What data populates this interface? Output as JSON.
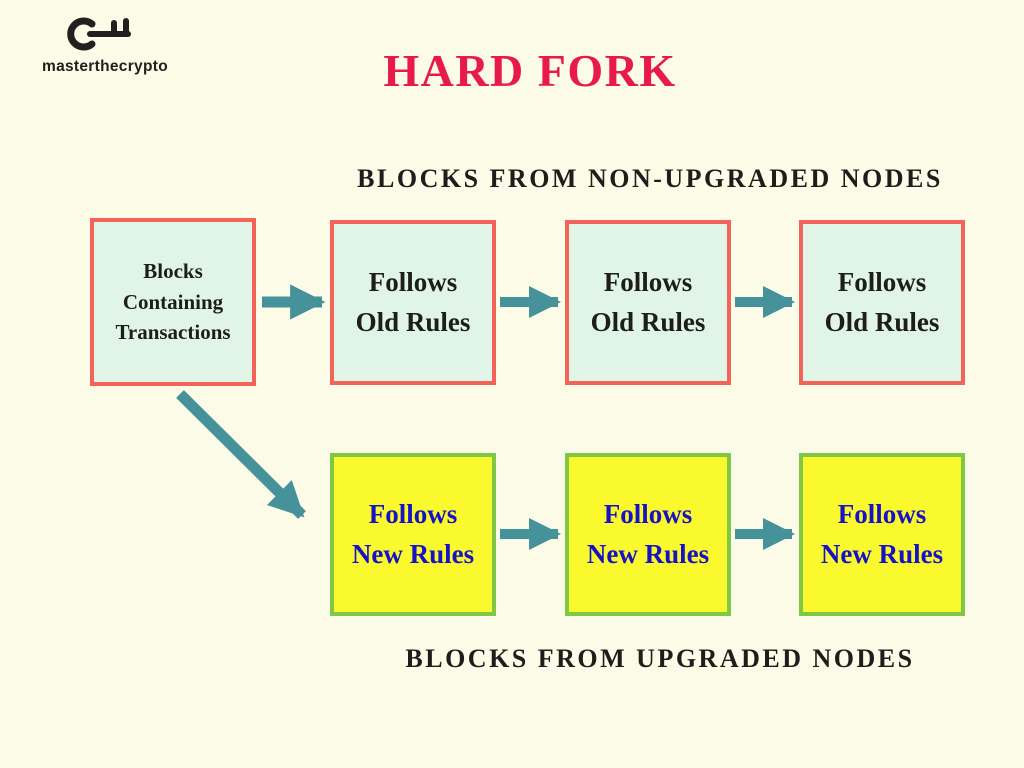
{
  "logo": {
    "brand": "masterthecrypto"
  },
  "title": {
    "text": "HARD FORK"
  },
  "labels": {
    "top": "BLOCKS FROM NON-UPGRADED NODES",
    "bottom": "BLOCKS FROM UPGRADED NODES"
  },
  "source_box": {
    "line1": "Blocks",
    "line2": "Containing",
    "line3": "Transactions"
  },
  "old_boxes": [
    {
      "line1": "Follows",
      "line2": "Old Rules"
    },
    {
      "line1": "Follows",
      "line2": "Old Rules"
    },
    {
      "line1": "Follows",
      "line2": "Old Rules"
    }
  ],
  "new_boxes": [
    {
      "line1": "Follows",
      "line2": "New Rules"
    },
    {
      "line1": "Follows",
      "line2": "New Rules"
    },
    {
      "line1": "Follows",
      "line2": "New Rules"
    }
  ],
  "colors": {
    "background": "#FBFBE7",
    "title": "#E8194B",
    "mint_fill": "#E0F5E6",
    "red_border": "#F2635A",
    "yellow_fill": "#FAF92E",
    "green_border": "#7FC845",
    "arrow": "#45929A",
    "new_rules_text": "#1712C4",
    "dark_text": "#1D1D1B"
  }
}
